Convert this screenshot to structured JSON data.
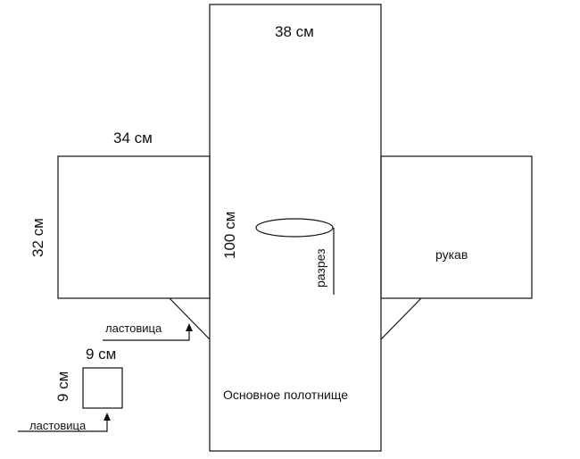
{
  "dimensions": {
    "body_width": "38 см",
    "body_length": "100 см",
    "sleeve_length": "34 см",
    "sleeve_height": "32 см",
    "gusset_width": "9 см",
    "gusset_height": "9 см"
  },
  "labels": {
    "cut": "разрез",
    "sleeve": "рукав",
    "gusset_arrow": "ластовица",
    "gusset_piece": "ластовица",
    "main_panel": "Основное полотнище"
  },
  "colors": {
    "stroke": "#111111",
    "background": "#ffffff"
  }
}
